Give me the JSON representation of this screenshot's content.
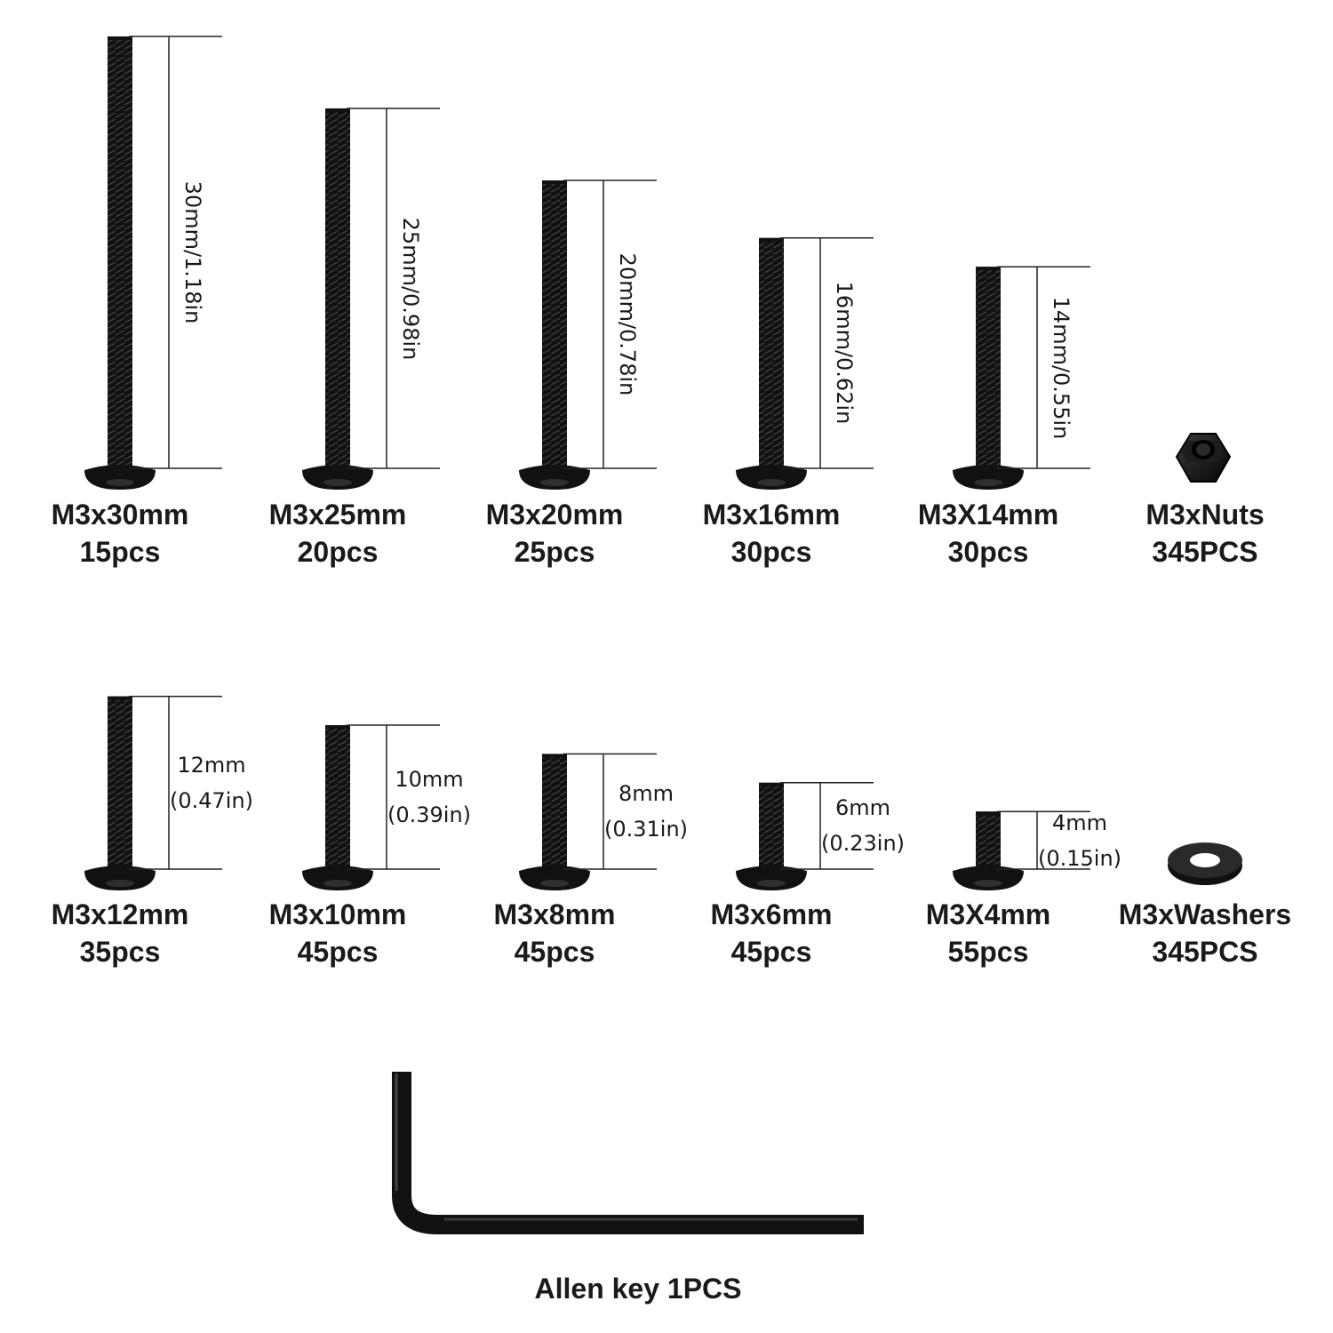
{
  "colors": {
    "metal": "#111111",
    "thread": "#3a3a3a",
    "dimension_line": "#222222",
    "text": "#1a1a1a",
    "background": "#ffffff"
  },
  "items": [
    {
      "name": "M3x30mm",
      "qty": "15pcs",
      "dim_main": "30mm/1.18in",
      "dim_sub": "",
      "length_mm": 30
    },
    {
      "name": "M3x25mm",
      "qty": "20pcs",
      "dim_main": "25mm/0.98in",
      "dim_sub": "",
      "length_mm": 25
    },
    {
      "name": "M3x20mm",
      "qty": "25pcs",
      "dim_main": "20mm/0.78in",
      "dim_sub": "",
      "length_mm": 20
    },
    {
      "name": "M3x16mm",
      "qty": "30pcs",
      "dim_main": "16mm/0.62in",
      "dim_sub": "",
      "length_mm": 16
    },
    {
      "name": "M3X14mm",
      "qty": "30pcs",
      "dim_main": "14mm/0.55in",
      "dim_sub": "",
      "length_mm": 14
    },
    {
      "name": "M3xNuts",
      "qty": "345PCS",
      "icon": "hex-nut-icon"
    },
    {
      "name": "M3x12mm",
      "qty": "35pcs",
      "dim_main": "12mm",
      "dim_sub": "(0.47in)",
      "length_mm": 12
    },
    {
      "name": "M3x10mm",
      "qty": "45pcs",
      "dim_main": "10mm",
      "dim_sub": "(0.39in)",
      "length_mm": 10
    },
    {
      "name": "M3x8mm",
      "qty": "45pcs",
      "dim_main": "8mm",
      "dim_sub": "(0.31in)",
      "length_mm": 8
    },
    {
      "name": "M3x6mm",
      "qty": "45pcs",
      "dim_main": "6mm",
      "dim_sub": "(0.23in)",
      "length_mm": 6
    },
    {
      "name": "M3X4mm",
      "qty": "55pcs",
      "dim_main": "4mm",
      "dim_sub": "(0.15in)",
      "length_mm": 4
    },
    {
      "name": "M3xWashers",
      "qty": "345PCS",
      "icon": "washer-icon"
    }
  ],
  "allen_key": {
    "label": "Allen key 1PCS",
    "icon": "allen-key-icon"
  }
}
